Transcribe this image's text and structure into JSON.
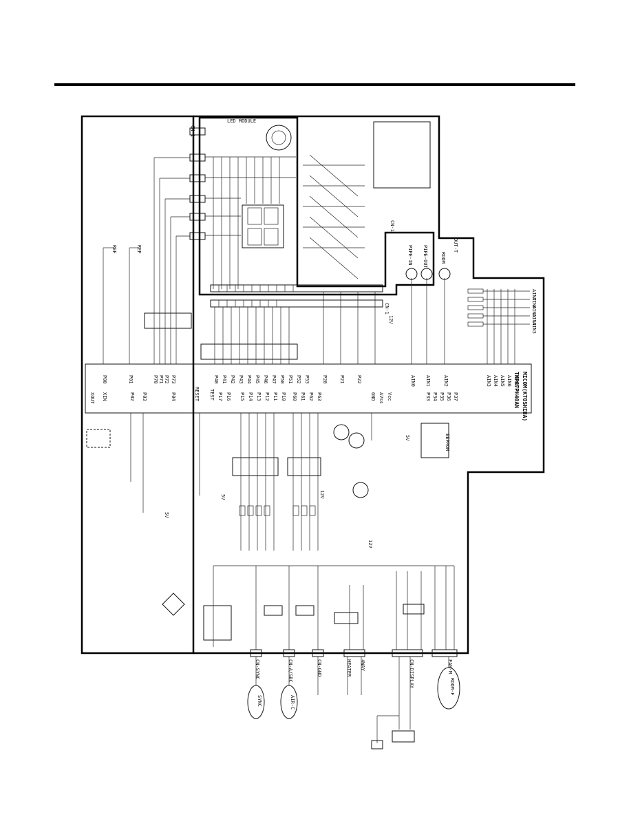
{
  "diagram": {
    "module_label": "LED MODULE",
    "mcu_part": "MICOM(KTOSHIBA)",
    "mcu_model": "TMP87PH40AN",
    "eeprom_label": "EEPROM",
    "reset_label": "RESET",
    "xout_label": "XOUT",
    "xin_label": "XIN",
    "test_label": "TEST",
    "cn_labels": [
      "CN-1",
      "CN-1",
      "CN-1",
      "CN-SYNC",
      "CN-A/SBC",
      "CN-GND",
      "HEATER",
      "4WAY",
      "CN-DISPLAY",
      "FAN-M"
    ],
    "connector_motor_labels": [
      "SYNC",
      "AIR-C",
      "ROOM-F"
    ],
    "mcu_left_pins": [
      "P00",
      "P01",
      "P70",
      "P71",
      "P72",
      "P73",
      "P40",
      "P41",
      "P42",
      "P43",
      "P44",
      "P45",
      "P46",
      "P47",
      "P50",
      "P51",
      "P52",
      "P53",
      "P20",
      "P21",
      "P22",
      "AIN0",
      "AIN1",
      "AIN2"
    ],
    "mcu_right_pins": [
      "XOUT",
      "XIN",
      "P02",
      "P03",
      "P04",
      "RESET",
      "TEST",
      "P17",
      "P16",
      "P15",
      "P14",
      "P13",
      "P12",
      "P11",
      "P10",
      "P60",
      "P61",
      "P62",
      "P63",
      "GND",
      "AVss",
      "Vcc",
      "P33",
      "P34",
      "P35",
      "P36",
      "P37",
      "AIN3",
      "AIN4",
      "AIN5",
      "AIN6",
      "AIN7"
    ],
    "small_labels": [
      "REF",
      "REF",
      "12V",
      "5V",
      "5V",
      "12V",
      "5V",
      "12V",
      "AIN7",
      "AIN6",
      "AIN5",
      "AIN4",
      "AIN3",
      "PIPE-IN",
      "PIPE-OUT",
      "ROOM",
      "OUT-T"
    ]
  }
}
